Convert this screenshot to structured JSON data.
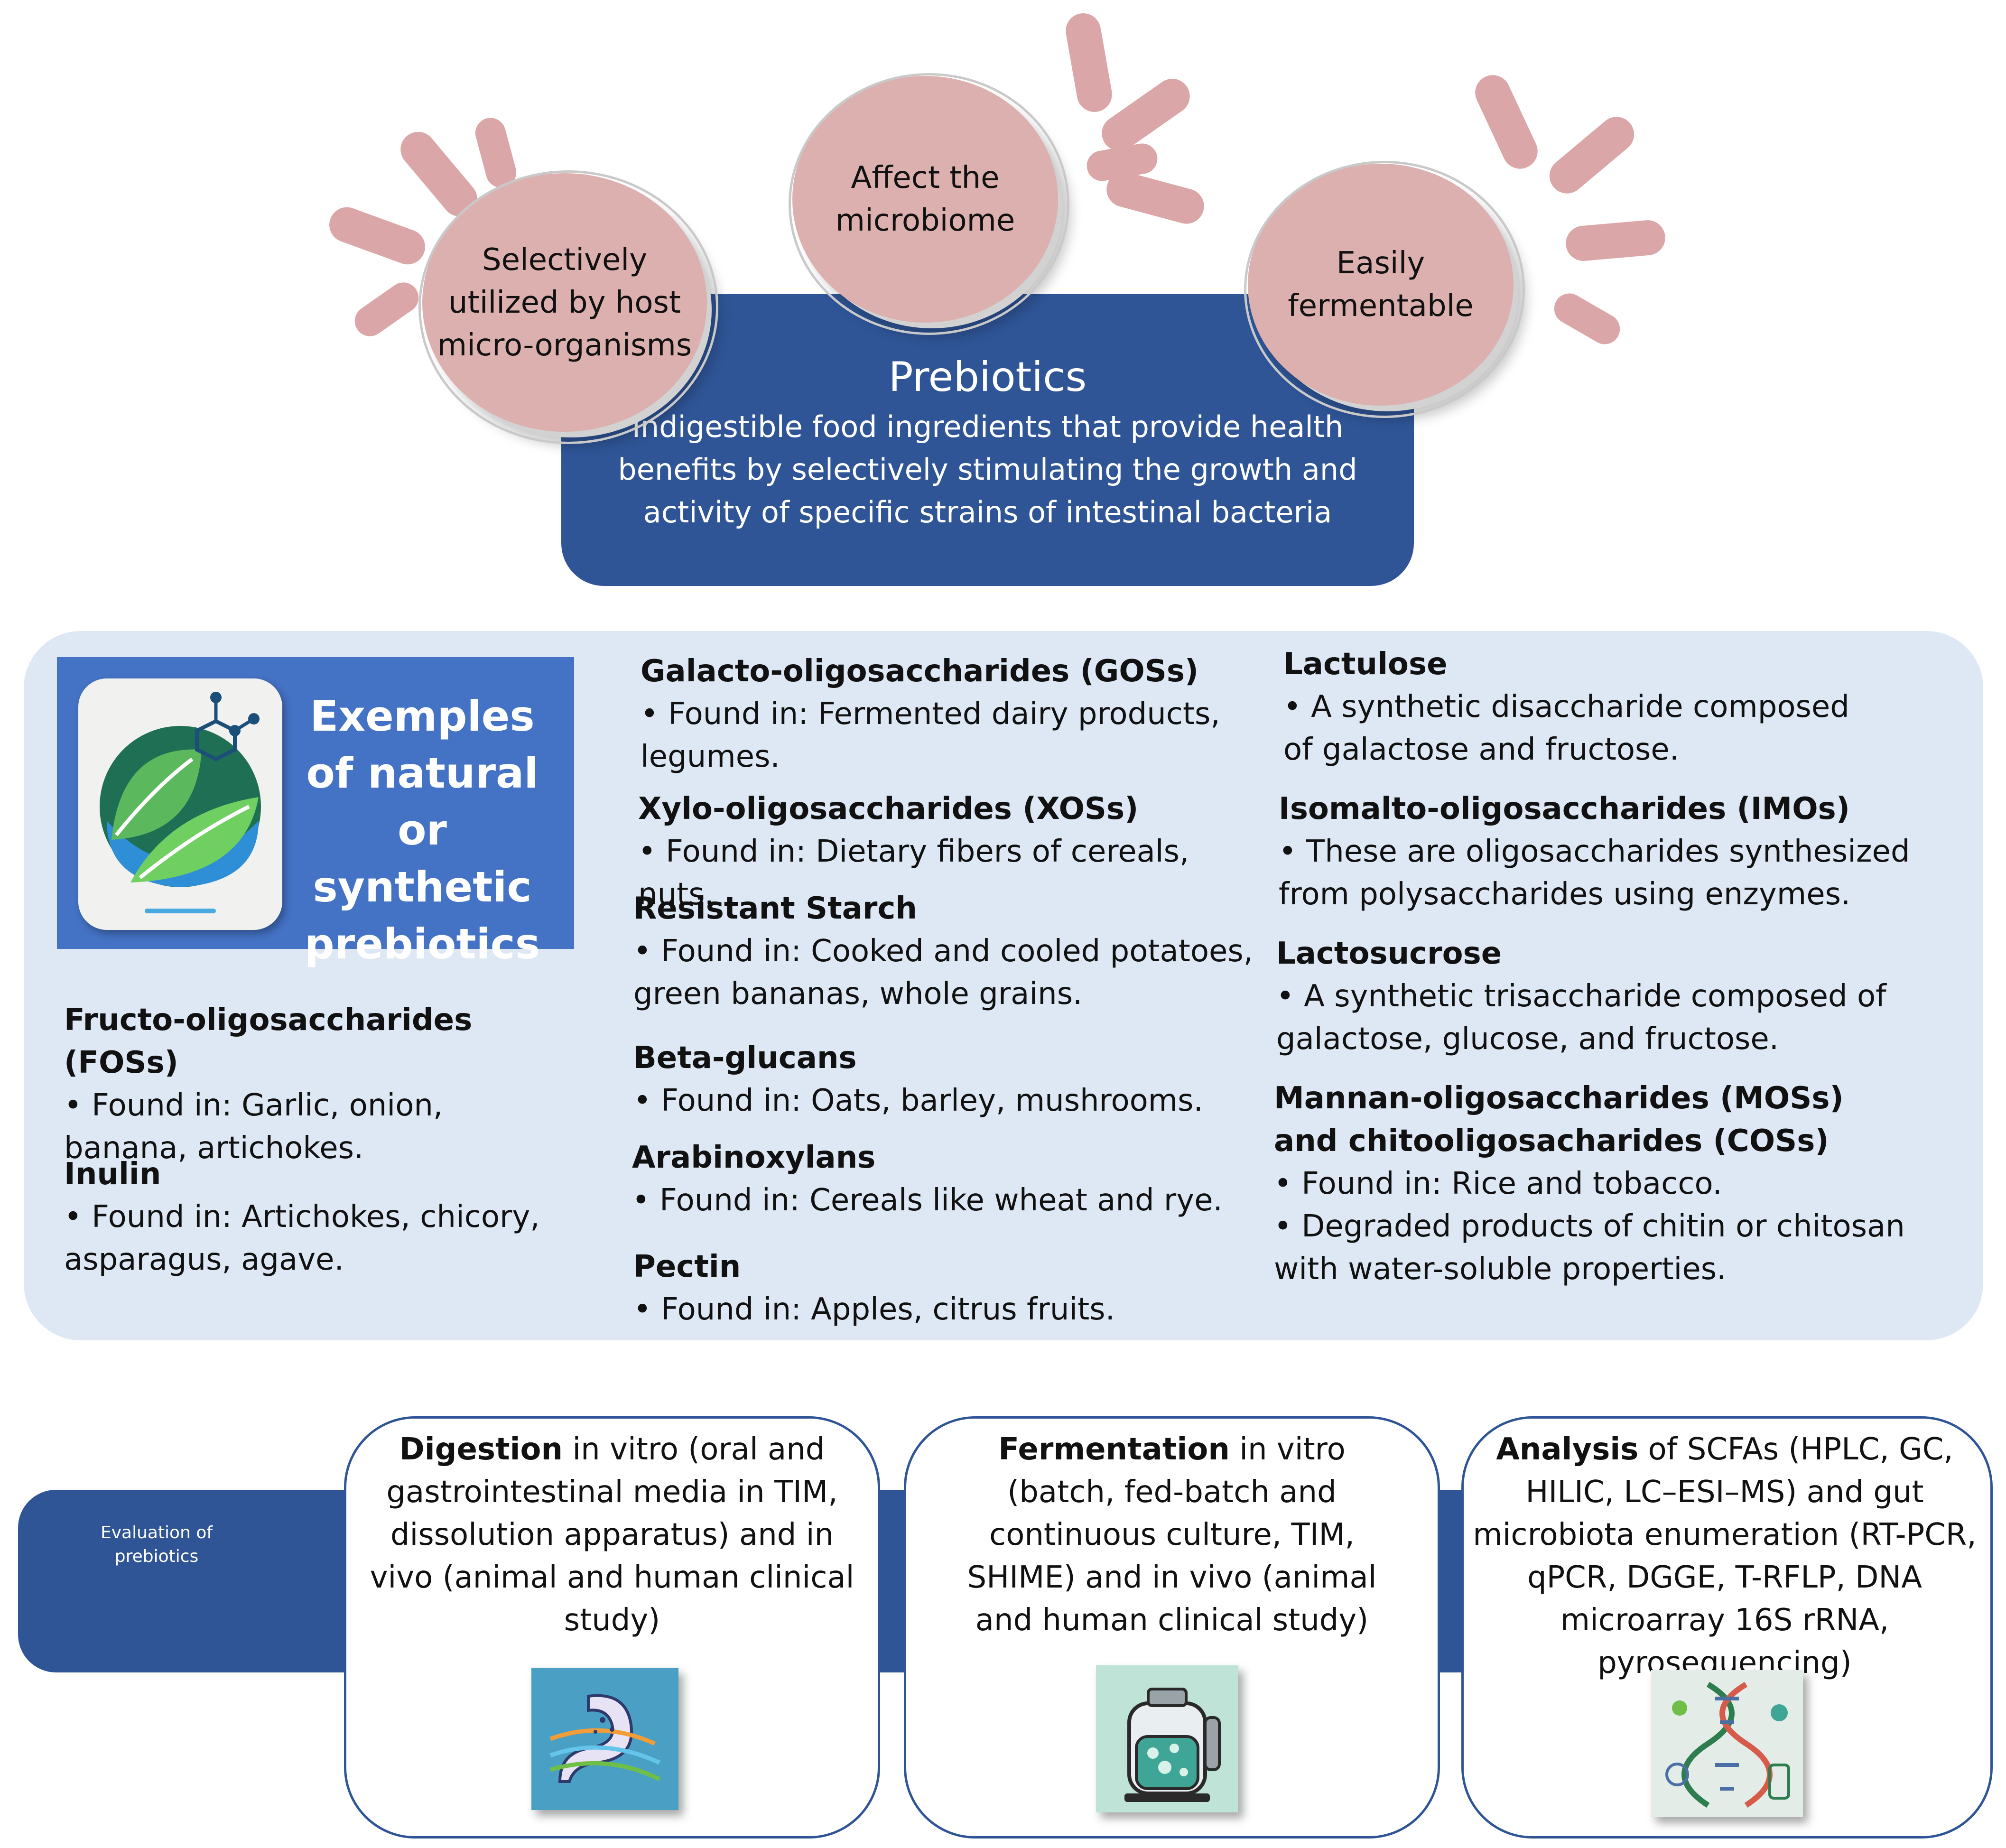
{
  "prebiotics": {
    "title": "Prebiotics",
    "description": "Indigestible food ingredients that provide health benefits by selectively stimulating the growth and activity of specific strains of intestinal bacteria"
  },
  "properties": [
    {
      "label": "Selectively utilized by host micro-organisms"
    },
    {
      "label": "Affect the microbiome"
    },
    {
      "label": "Easily fermentable"
    }
  ],
  "examples": {
    "title": "Exemples of natural or synthetic prebiotics",
    "items": [
      {
        "name": "Fructo-oligosaccharides (FOSs)",
        "details": [
          "• Found in: Garlic, onion, banana, artichokes."
        ]
      },
      {
        "name": "Inulin",
        "details": [
          "• Found in: Artichokes, chicory, asparagus, agave."
        ]
      },
      {
        "name": "Galacto-oligosaccharides (GOSs)",
        "details": [
          "• Found in: Fermented dairy products, legumes."
        ]
      },
      {
        "name": "Xylo-oligosaccharides (XOSs)",
        "details": [
          "• Found in: Dietary fibers of cereals, nuts."
        ]
      },
      {
        "name": "Resistant Starch",
        "details": [
          "• Found in: Cooked and cooled potatoes, green bananas, whole grains."
        ]
      },
      {
        "name": "Beta-glucans",
        "details": [
          "• Found in: Oats, barley, mushrooms."
        ]
      },
      {
        "name": "Arabinoxylans",
        "details": [
          "• Found in: Cereals like wheat and rye."
        ]
      },
      {
        "name": "Pectin",
        "details": [
          "• Found in: Apples, citrus fruits."
        ]
      },
      {
        "name": "Lactulose",
        "details": [
          "• A synthetic disaccharide composed of galactose and fructose."
        ]
      },
      {
        "name": "Isomalto-oligosaccharides (IMOs)",
        "details": [
          "• These are oligosaccharides synthesized from polysaccharides using enzymes."
        ]
      },
      {
        "name": "Lactosucrose",
        "details": [
          "• A synthetic trisaccharide composed of galactose, glucose, and fructose."
        ]
      },
      {
        "name": "Mannan-oligosaccharides (MOSs) and chitooligosacharides (COSs)",
        "details": [
          "• Found in: Rice and tobacco.",
          "• Degraded products of chitin or chitosan with water-soluble properties."
        ]
      }
    ]
  },
  "evaluation": {
    "label": "Evaluation of prebiotics",
    "cards": [
      {
        "bold": "Digestion",
        "text": " in vitro (oral and gastrointestinal media in TIM, dissolution apparatus) and in vivo (animal and human clinical study)",
        "icon": "digestive-tract-icon"
      },
      {
        "bold": "Fermentation",
        "text": " in vitro (batch, fed-batch and continuous culture, TIM, SHIME) and in vivo (animal and human clinical study)",
        "icon": "fermenter-icon"
      },
      {
        "bold": "Analysis",
        "text": " of SCFAs (HPLC, GC, HILIC, LC–ESI–MS) and gut microbiota enumeration (RT-PCR, qPCR, DGGE, T-RFLP, DNA microarray   16S rRNA, pyrosequencing)",
        "icon": "dna-lab-icon"
      }
    ]
  },
  "colors": {
    "navy": "#2f5597",
    "blue": "#4472c4",
    "panel": "#dde8f4",
    "pink": "#ddb0b0",
    "ray": "#dba6a8"
  }
}
